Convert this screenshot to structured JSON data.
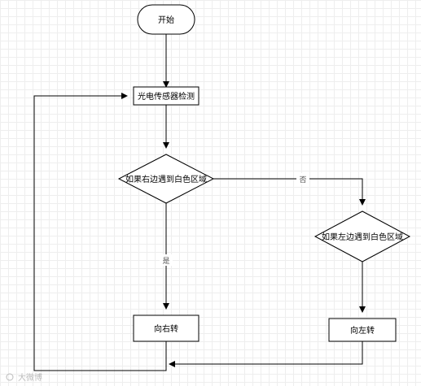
{
  "nodes": {
    "start": "开始",
    "sensor": "光电传感器检测",
    "decision_right": "如果右边遇到白色区域",
    "decision_left": "如果左边遇到白色区域",
    "turn_right": "向右转",
    "turn_left": "向左转"
  },
  "edges": {
    "yes": "是",
    "no": "否"
  },
  "watermark": "大微博"
}
